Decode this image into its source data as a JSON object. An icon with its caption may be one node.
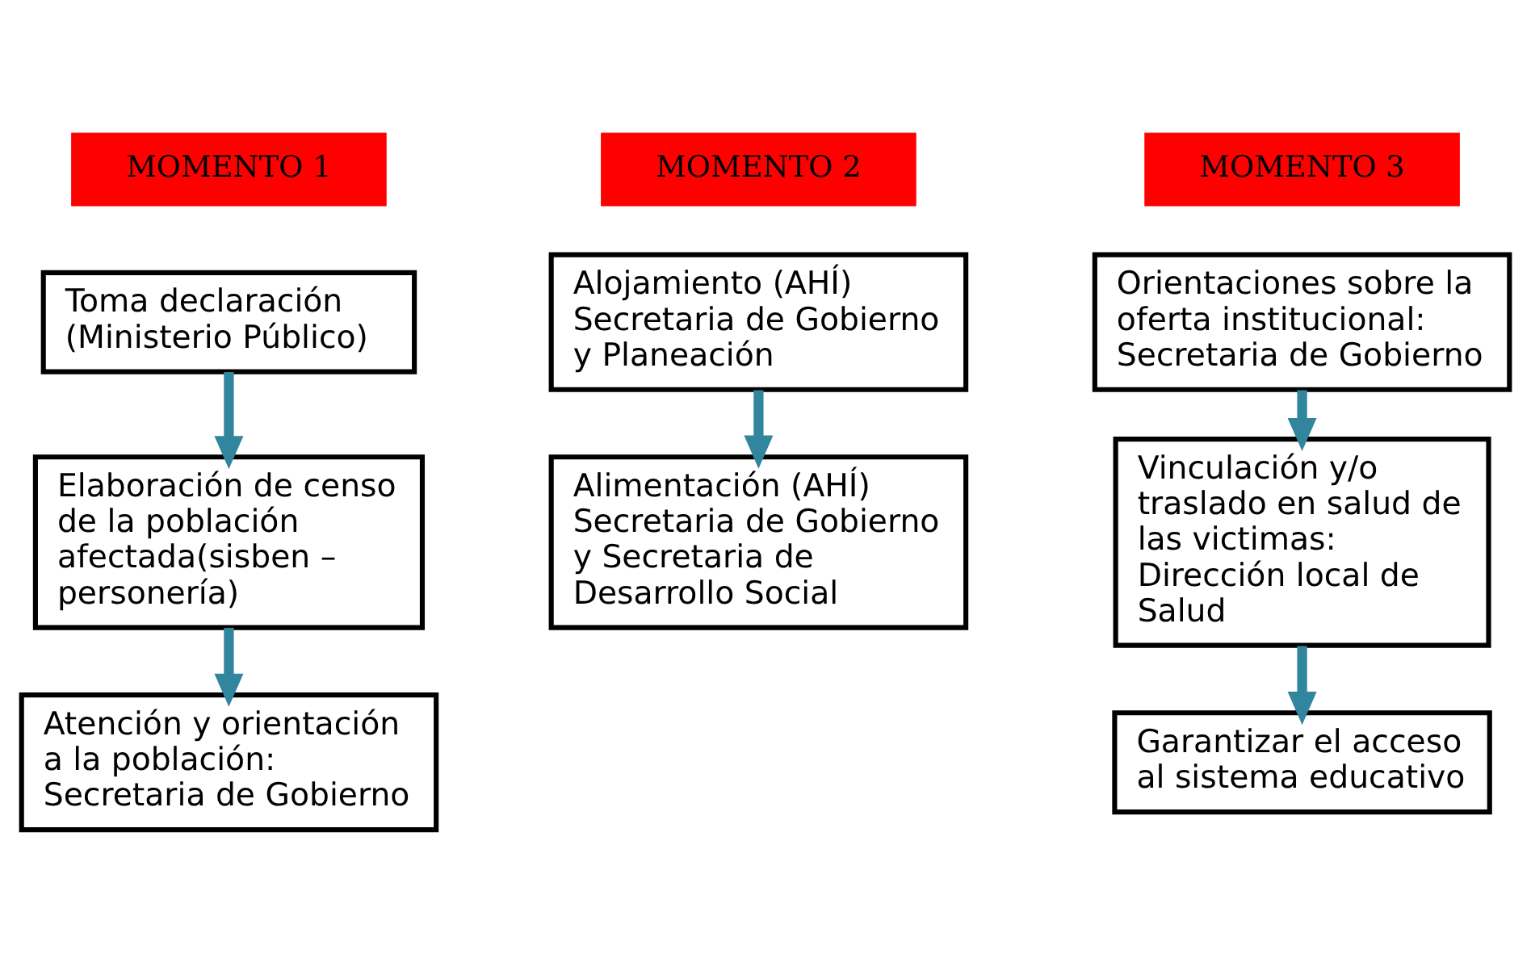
{
  "diagram": {
    "nodes": [
      {
        "text": [
          "MOMENTO 1"
        ]
      },
      {
        "text": [
          "Toma declaración (Ministerio Público)"
        ]
      },
      {
        "text": [
          "Elaboración de censo de la población afectada(sisben – personería)"
        ]
      },
      {
        "text": [
          "Atención y orientación a la población: Secretaria de Gobierno"
        ]
      },
      {
        "text": [
          "MOMENTO 2"
        ]
      },
      {
        "text": [
          "Alojamiento (AHÍ) Secretaria de Gobierno y Planeación"
        ]
      },
      {
        "text": [
          "Alimentación (AHÍ) Secretaria de Gobierno y Secretaria de Desarrollo Social"
        ]
      },
      {
        "text": [
          "MOMENTO 3"
        ]
      },
      {
        "text": [
          "Orientaciones sobre la oferta institucional: Secretaria de Gobierno"
        ]
      },
      {
        "text": [
          "Vinculación y/o traslado en salud de las victimas: Dirección local de Salud"
        ]
      },
      {
        "text": [
          "Garantizar el acceso al sistema educativo"
        ]
      }
    ],
    "edges": [
      {
        "from": 1,
        "to": 2,
        "arrow": "to"
      },
      {
        "from": 2,
        "to": 3,
        "arrow": "to"
      },
      {
        "from": 5,
        "to": 6,
        "arrow": "to"
      },
      {
        "from": 8,
        "to": 9,
        "arrow": "to"
      },
      {
        "from": 9,
        "to": 10,
        "arrow": "to"
      }
    ]
  }
}
